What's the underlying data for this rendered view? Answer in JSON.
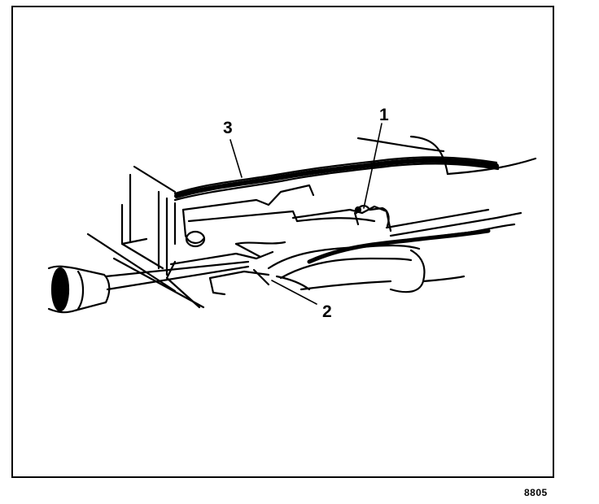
{
  "figure": {
    "callouts": {
      "one": "1",
      "two": "2",
      "three": "3"
    },
    "figure_number": "8805"
  },
  "colors": {
    "ink": "#000000",
    "paper": "#ffffff"
  }
}
